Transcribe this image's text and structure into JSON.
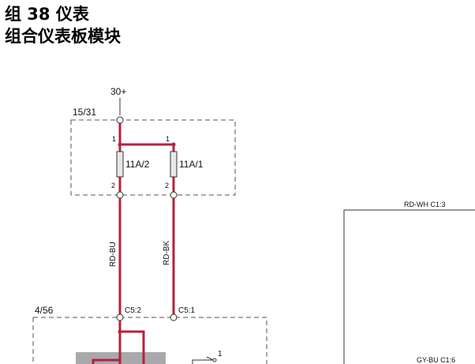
{
  "header": {
    "line1": "组 38 仪表",
    "line2": "组合仪表板模块"
  },
  "diagram": {
    "supply": "30+",
    "fusebox_id": "15/31",
    "fuses": [
      {
        "label": "11A/2",
        "pin_top": "1",
        "pin_bottom": "2"
      },
      {
        "label": "11A/1",
        "pin_top": "1",
        "pin_bottom": "2"
      }
    ],
    "wires": {
      "left_color": "RD-BU",
      "right_color": "RD-BK"
    },
    "module_id": "4/56",
    "connectors": {
      "left": "C5:2",
      "right": "C5:1"
    },
    "switch_pin": "1",
    "right_panel": {
      "top_label": "RD-WH  C1:3",
      "bottom_label": "GY-BU  C1:6"
    }
  },
  "colors": {
    "wire": "#b5223a",
    "border": "#555555",
    "component": "#a9a9ad"
  }
}
